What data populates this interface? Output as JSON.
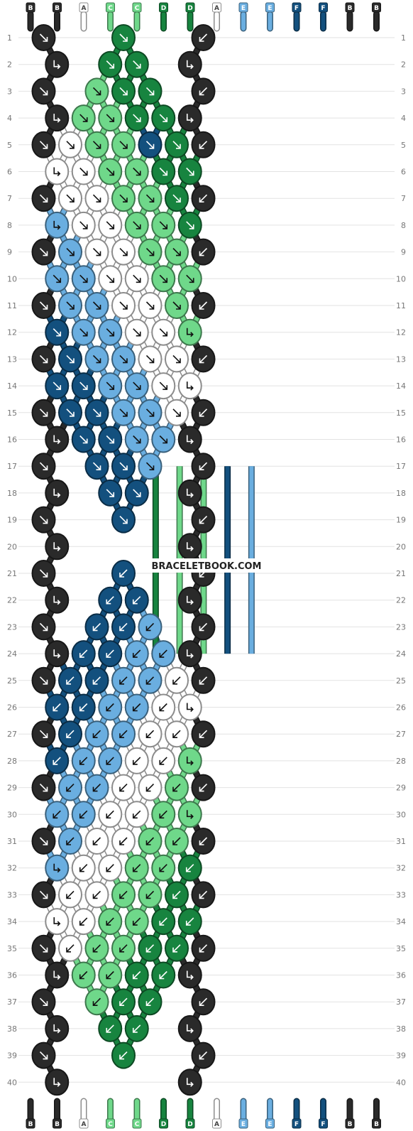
{
  "watermark": "BRACELETBOOK.COM",
  "strands": {
    "letters": [
      "B",
      "B",
      "A",
      "C",
      "C",
      "D",
      "D",
      "A",
      "E",
      "E",
      "F",
      "F",
      "B",
      "B"
    ],
    "colors": {
      "A": "#ffffff",
      "B": "#2a2a2a",
      "C": "#6fd88a",
      "D": "#17843f",
      "E": "#6aaee0",
      "F": "#13507e"
    },
    "label_text_colors": {
      "A": "#444444",
      "B": "#ffffff",
      "C": "#ffffff",
      "D": "#ffffff",
      "E": "#ffffff",
      "F": "#ffffff"
    }
  },
  "row_numbers": [
    "1",
    "2",
    "3",
    "4",
    "5",
    "6",
    "7",
    "8",
    "9",
    "10",
    "11",
    "12",
    "13",
    "14",
    "15",
    "16",
    "17",
    "18",
    "19",
    "20",
    "21",
    "22",
    "23",
    "24",
    "25",
    "26",
    "27",
    "28",
    "29",
    "30",
    "31",
    "32",
    "33",
    "34",
    "35",
    "36",
    "37",
    "38",
    "39",
    "40"
  ],
  "knot_rows": [
    [
      "B:fr",
      "D:fr",
      "B:fl"
    ],
    [
      "B:bf",
      "D:fr",
      "D:fr",
      "B:bf"
    ],
    [
      "B:fr",
      "C:fr",
      "D:fr",
      "D:fr",
      "B:fl"
    ],
    [
      "B:bf",
      "C:fr",
      "C:fr",
      "D:fr",
      "D:fr",
      "B:bf"
    ],
    [
      "B:fr",
      "A:fr",
      "C:fr",
      "C:fr",
      "F:fr",
      "D:fr",
      "B:fl"
    ],
    [
      "A:bf",
      "A:fr",
      "C:fr",
      "C:fr",
      "D:fr",
      "D:fr"
    ],
    [
      "B:fr",
      "A:fr",
      "A:fr",
      "C:fr",
      "C:fr",
      "D:fr",
      "B:fl"
    ],
    [
      "E:bf",
      "A:fr",
      "A:fr",
      "C:fr",
      "C:fr",
      "D:fr"
    ],
    [
      "B:fr",
      "E:fr",
      "A:fr",
      "A:fr",
      "C:fr",
      "C:fr",
      "B:fl"
    ],
    [
      "E:fr",
      "E:fr",
      "A:fr",
      "A:fr",
      "C:fr",
      "C:fr"
    ],
    [
      "B:fr",
      "E:fr",
      "E:fr",
      "A:fr",
      "A:fr",
      "C:fr",
      "B:fl"
    ],
    [
      "F:fr",
      "E:fr",
      "E:fr",
      "A:fr",
      "A:fr",
      "C:bf"
    ],
    [
      "B:fr",
      "F:fr",
      "E:fr",
      "E:fr",
      "A:fr",
      "A:fr",
      "B:fl"
    ],
    [
      "F:fr",
      "F:fr",
      "E:fr",
      "E:fr",
      "A:fr",
      "A:bf"
    ],
    [
      "B:fr",
      "F:fr",
      "F:fr",
      "E:fr",
      "E:fr",
      "A:fr",
      "B:fl"
    ],
    [
      "B:bf",
      "F:fr",
      "F:fr",
      "E:fr",
      "E:fr",
      "B:bf"
    ],
    [
      "B:fr",
      "F:fr",
      "F:fr",
      "E:fr",
      "B:fl"
    ],
    [
      "B:bf",
      "F:fr",
      "F:fr",
      "B:bf"
    ],
    [
      "B:fr",
      "F:fr",
      "B:fl"
    ],
    [
      "B:bf",
      "B:bf"
    ],
    [
      "B:fr",
      "F:fl",
      "B:fl"
    ],
    [
      "B:bf",
      "F:fl",
      "F:fl",
      "B:bf"
    ],
    [
      "B:fr",
      "F:fl",
      "F:fl",
      "E:fl",
      "B:fl"
    ],
    [
      "B:bf",
      "F:fl",
      "F:fl",
      "E:fl",
      "E:fl",
      "B:bf"
    ],
    [
      "B:fr",
      "F:fl",
      "F:fl",
      "E:fl",
      "E:fl",
      "A:fl",
      "B:fl"
    ],
    [
      "F:fl",
      "F:fl",
      "E:fl",
      "E:fl",
      "A:fl",
      "A:bf"
    ],
    [
      "B:fr",
      "F:fl",
      "E:fl",
      "E:fl",
      "A:fl",
      "A:fl",
      "B:fl"
    ],
    [
      "F:fl",
      "E:fl",
      "E:fl",
      "A:fl",
      "A:fl",
      "C:bf"
    ],
    [
      "B:fr",
      "E:fl",
      "E:fl",
      "A:fl",
      "A:fl",
      "C:fl",
      "B:fl"
    ],
    [
      "E:fl",
      "E:fl",
      "A:fl",
      "A:fl",
      "C:fl",
      "C:bf"
    ],
    [
      "B:fr",
      "E:fl",
      "A:fl",
      "A:fl",
      "C:fl",
      "C:fl",
      "B:fl"
    ],
    [
      "E:bf",
      "A:fl",
      "A:fl",
      "C:fl",
      "C:fl",
      "D:fl"
    ],
    [
      "B:fr",
      "A:fl",
      "A:fl",
      "C:fl",
      "C:fl",
      "D:fl",
      "B:fl"
    ],
    [
      "A:bf",
      "A:fl",
      "C:fl",
      "C:fl",
      "D:fl",
      "D:fl"
    ],
    [
      "B:fr",
      "A:fl",
      "C:fl",
      "C:fl",
      "D:fl",
      "D:fl",
      "B:fl"
    ],
    [
      "B:bf",
      "C:fl",
      "C:fl",
      "D:fl",
      "D:fl",
      "B:bf"
    ],
    [
      "B:fr",
      "C:fl",
      "D:fl",
      "D:fl",
      "B:fl"
    ],
    [
      "B:bf",
      "D:fl",
      "D:fl",
      "B:bf"
    ],
    [
      "B:fr",
      "D:fl",
      "B:fl"
    ],
    [
      "B:bf",
      "B:bf"
    ]
  ]
}
